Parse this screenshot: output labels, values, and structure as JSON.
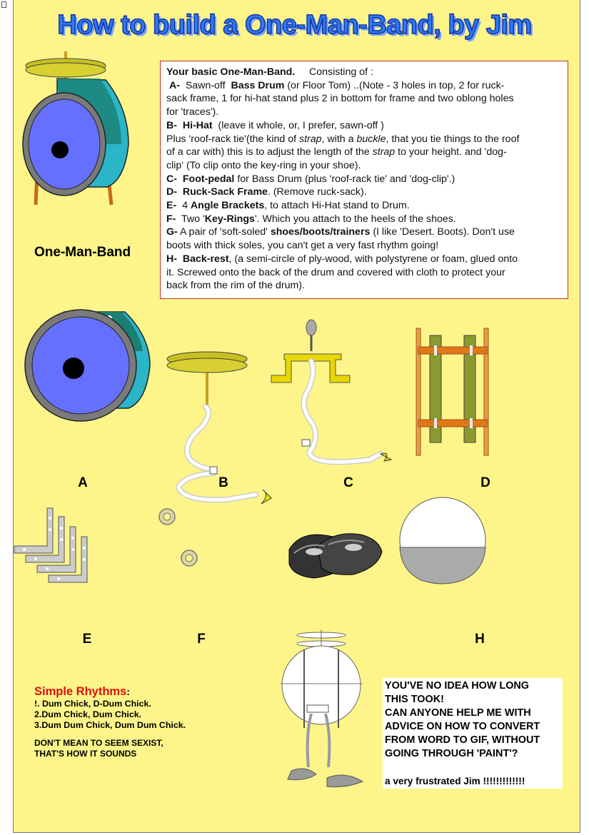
{
  "title": "How to build a One-Man-Band, by Jim",
  "intro": {
    "heading": "Your basic One-Man-Band.",
    "consisting": "Consisting of :"
  },
  "items": {
    "a_letter": "A-",
    "a_pre": "Sawn-off",
    "a_bold": "Bass Drum",
    "a_line1_rest": "(or Floor Tom) ..(Note - 3 holes in top, 2 for ruck-",
    "a_line2": "sack frame, 1 for hi-hat stand plus 2 in bottom for frame and two oblong holes",
    "a_line3": "for 'traces').",
    "b_letter": "B-",
    "b_bold": "Hi-Hat",
    "b_rest": "(leave it whole, or, I prefer, sawn-off )",
    "b_line2_a": "Plus 'roof-rack tie'(the kind of",
    "b_line2_i1": "strap",
    "b_line2_b": ", with a",
    "b_line2_i2": "buckle",
    "b_line2_c": ", that you tie things to the roof",
    "b_line3_a": "of a car with) this is to adjust the length of the",
    "b_line3_i": "strap",
    "b_line3_b": "to your height. and 'dog-",
    "b_line4": "clip' (To clip onto the key-ring in your shoe).",
    "c_letter": "C-",
    "c_bold": "Foot-pedal",
    "c_rest": "for Bass Drum (plus 'roof-rack tie' and 'dog-clip'.)",
    "d_letter": "D-",
    "d_bold": "Ruck-Sack Frame",
    "d_rest": ". (Remove ruck-sack).",
    "e_letter": "E-",
    "e_pre": "4",
    "e_bold": "Angle Brackets",
    "e_rest": ", to attach Hi-Hat stand to Drum.",
    "f_letter": "F-",
    "f_pre": "Two '",
    "f_bold": "Key-Rings",
    "f_rest": "'. Which you attach to the heels of the shoes.",
    "g_letter": "G-",
    "g_pre": "A pair of 'soft-soled'",
    "g_bold": "shoes/boots/trainers",
    "g_rest": "(I like 'Desert. Boots). Don't use",
    "g_line2": "boots with thick soles, you can't get a very fast rhythm going!",
    "h_letter": "H-",
    "h_bold": "Back-rest",
    "h_rest": ", (a semi-circle of ply-wood, with polystyrene or foam, glued onto",
    "h_line2": "it. Screwed onto the back of the drum and covered with cloth to protect your",
    "h_line3": "back from the rim of the drum)."
  },
  "caption_main": "One-Man-Band",
  "labels": {
    "a": "A",
    "b": "B",
    "c": "C",
    "d": "D",
    "e": "E",
    "f": "F",
    "h": "H"
  },
  "rhythms": {
    "title": "Simple Rhythms",
    "title_suffix": ":",
    "lines": [
      "!. Dum Chick, D-Dum Chick.",
      "2.Dum Chick, Dum Chick.",
      "3.Dum Dum Chick, Dum Dum Chick."
    ],
    "sexist_1": "DON'T MEAN TO SEEM SEXIST,",
    "sexist_2": "THAT'S HOW IT SOUNDS"
  },
  "note": {
    "lines": [
      "YOU'VE NO IDEA HOW LONG",
      "THIS TOOK!",
      "CAN ANYONE HELP ME WITH",
      "ADVICE ON HOW TO CONVERT",
      "FROM WORD TO GIF, WITHOUT",
      "GOING THROUGH 'PAINT'?"
    ],
    "signature": "a very frustrated Jim !!!!!!!!!!!!!"
  },
  "colors": {
    "page_bg": "#fdf58a",
    "drum_face": "#6670ff",
    "drum_shell": "#2ab5c8",
    "drum_rim": "#7a7a7a",
    "cymbal": "#c8c020",
    "title": "#2a7df5",
    "rhythm_title": "#e01010"
  }
}
